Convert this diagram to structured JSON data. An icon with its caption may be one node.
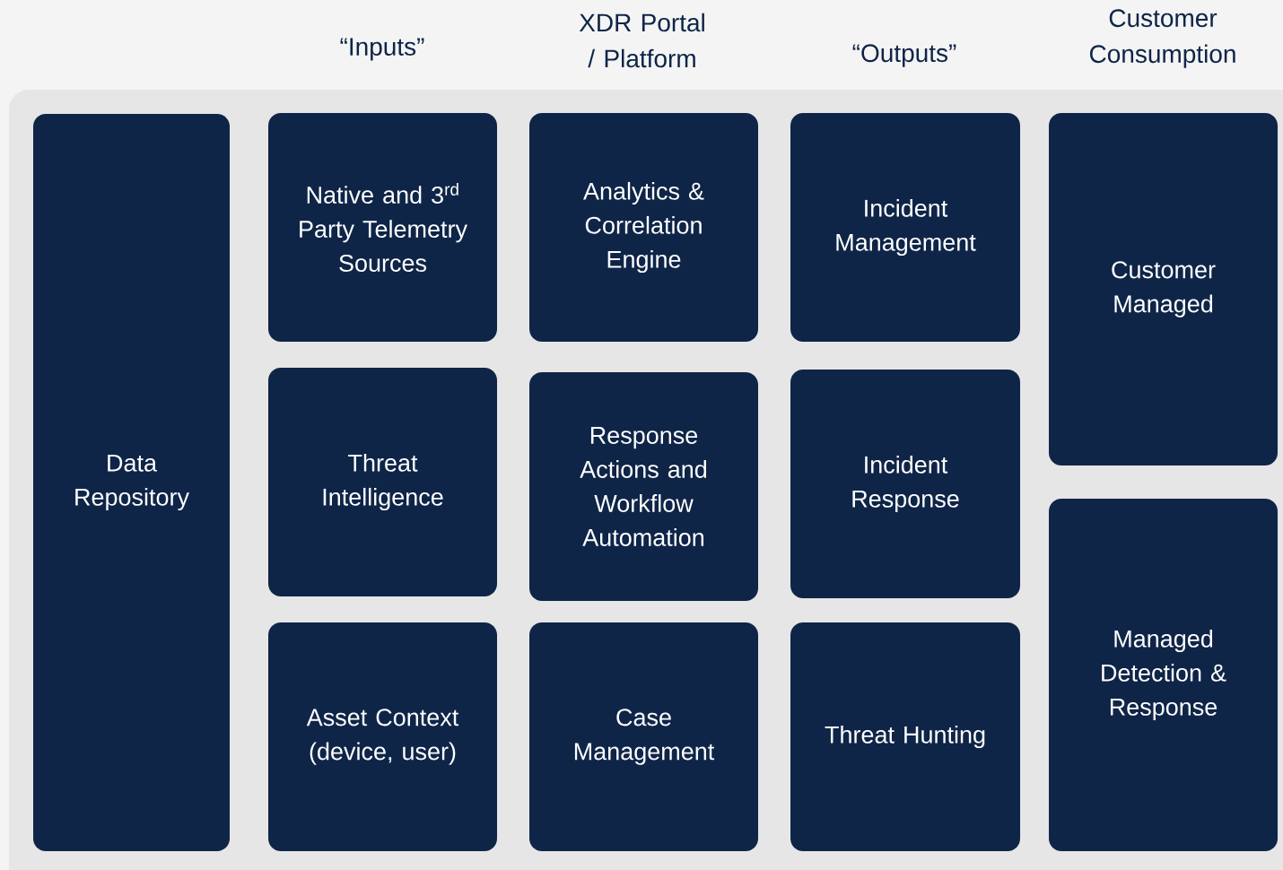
{
  "diagram": {
    "nodes": [
      {
        "text": [
          "Data Repository"
        ]
      },
      {
        "text": [
          "Native and 3$^{rd}$ Party Telemetry Sources"
        ]
      },
      {
        "text": [
          "Threat Intelligence"
        ]
      },
      {
        "text": [
          "Asset Context (device, user)"
        ]
      },
      {
        "text": [
          "Analytics & Correlation Engine"
        ]
      },
      {
        "text": [
          "Response Actions and Workflow Automation"
        ]
      },
      {
        "text": [
          "Case Management"
        ]
      },
      {
        "text": [
          "Incident Management"
        ]
      },
      {
        "text": [
          "Incident Response"
        ]
      },
      {
        "text": [
          "Threat Hunting"
        ]
      },
      {
        "text": [
          "Customer Managed"
        ]
      },
      {
        "text": [
          "Managed Detection & Response"
        ]
      }
    ],
    "labels": [
      "“Inputs”",
      "XDR Portal / Platform",
      "“Outputs”",
      "Customer Consumption"
    ]
  }
}
